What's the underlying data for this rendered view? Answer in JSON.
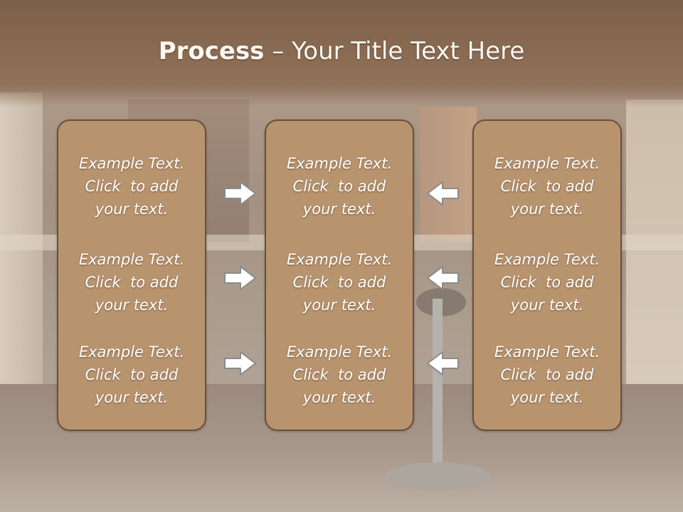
{
  "title": {
    "bold": "Process",
    "rest": " – Your Title Text Here"
  },
  "columns": [
    {
      "items": [
        {
          "line1": "Example Text.",
          "line2": "Click  to add",
          "line3": "your text."
        },
        {
          "line1": "Example Text.",
          "line2": "Click  to add",
          "line3": "your text."
        },
        {
          "line1": "Example Text.",
          "line2": "Click  to add",
          "line3": "your text."
        }
      ]
    },
    {
      "items": [
        {
          "line1": "Example Text.",
          "line2": "Click  to add",
          "line3": "your text."
        },
        {
          "line1": "Example Text.",
          "line2": "Click  to add",
          "line3": "your text."
        },
        {
          "line1": "Example Text.",
          "line2": "Click  to add",
          "line3": "your text."
        }
      ]
    },
    {
      "items": [
        {
          "line1": "Example Text.",
          "line2": "Click  to add",
          "line3": "your text."
        },
        {
          "line1": "Example Text.",
          "line2": "Click  to add",
          "line3": "your text."
        },
        {
          "line1": "Example Text.",
          "line2": "Click  to add",
          "line3": "your text."
        }
      ]
    }
  ],
  "arrows": {
    "left_group": "arrow-right-icon",
    "right_group": "arrow-left-icon"
  },
  "colors": {
    "box_fill": "#b8946e",
    "box_border": "#6b4f3a",
    "title_band": "#8b6c53",
    "text": "#ffffff"
  }
}
